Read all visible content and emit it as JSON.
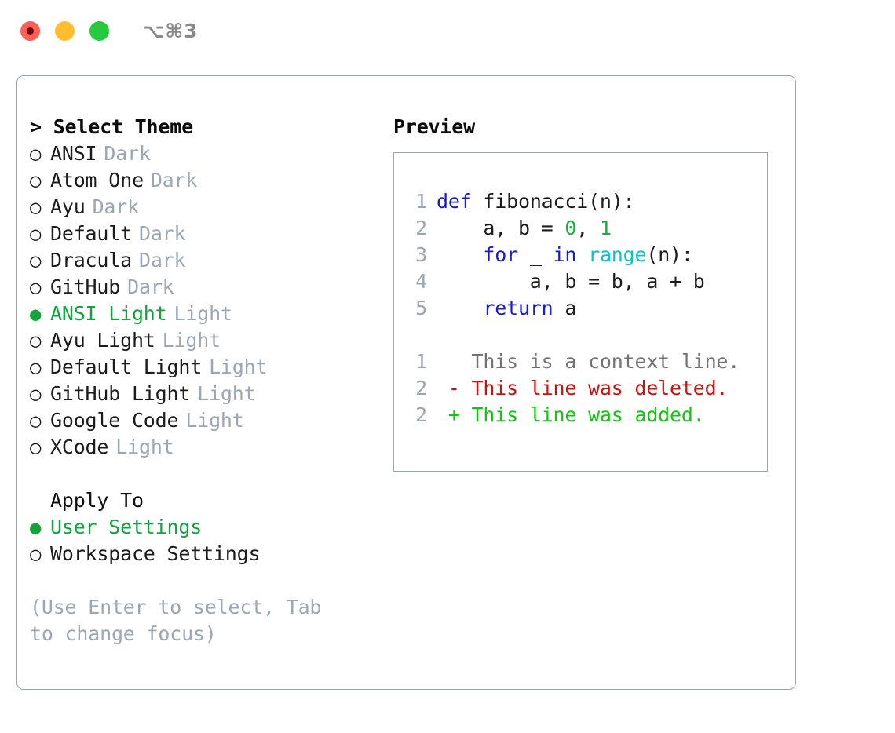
{
  "titlebar": {
    "shortcut_title": "⌥⌘3",
    "buttons": [
      {
        "name": "close",
        "color": "#fb6058"
      },
      {
        "name": "minimize",
        "color": "#ffbd2f"
      },
      {
        "name": "zoom",
        "color": "#27c93f"
      }
    ]
  },
  "theme_panel": {
    "heading": "> Select Theme",
    "selected_bullet": "●",
    "unselected_bullet": "○",
    "items": [
      {
        "bullet": "○",
        "name": "ANSI",
        "tag": "Dark",
        "selected": false
      },
      {
        "bullet": "○",
        "name": "Atom One",
        "tag": "Dark",
        "selected": false
      },
      {
        "bullet": "○",
        "name": "Ayu",
        "tag": "Dark",
        "selected": false
      },
      {
        "bullet": "○",
        "name": "Default",
        "tag": "Dark",
        "selected": false
      },
      {
        "bullet": "○",
        "name": "Dracula",
        "tag": "Dark",
        "selected": false
      },
      {
        "bullet": "○",
        "name": "GitHub",
        "tag": "Dark",
        "selected": false
      },
      {
        "bullet": "●",
        "name": "ANSI Light",
        "tag": "Light",
        "selected": true
      },
      {
        "bullet": "○",
        "name": "Ayu Light",
        "tag": "Light",
        "selected": false
      },
      {
        "bullet": "○",
        "name": "Default Light",
        "tag": "Light",
        "selected": false
      },
      {
        "bullet": "○",
        "name": "GitHub Light",
        "tag": "Light",
        "selected": false
      },
      {
        "bullet": "○",
        "name": "Google Code",
        "tag": "Light",
        "selected": false
      },
      {
        "bullet": "○",
        "name": "XCode",
        "tag": "Light",
        "selected": false
      }
    ]
  },
  "apply_to": {
    "heading": "Apply To",
    "options": [
      {
        "bullet": "●",
        "name": "User Settings",
        "selected": true
      },
      {
        "bullet": "○",
        "name": "Workspace Settings",
        "selected": false
      }
    ]
  },
  "help": {
    "text": "(Use Enter to select, Tab to change focus)"
  },
  "preview": {
    "heading": "Preview",
    "code_lines": [
      {
        "no": "1",
        "tokens": [
          {
            "t": "def",
            "c": "kw"
          },
          {
            "t": " fibonacci(n):",
            "c": "plain"
          }
        ]
      },
      {
        "no": "2",
        "tokens": [
          {
            "t": "    a, b = ",
            "c": "plain"
          },
          {
            "t": "0",
            "c": "num"
          },
          {
            "t": ", ",
            "c": "plain"
          },
          {
            "t": "1",
            "c": "num"
          }
        ]
      },
      {
        "no": "3",
        "tokens": [
          {
            "t": "    ",
            "c": "plain"
          },
          {
            "t": "for",
            "c": "kw"
          },
          {
            "t": " _ ",
            "c": "plain"
          },
          {
            "t": "in",
            "c": "kw"
          },
          {
            "t": " ",
            "c": "plain"
          },
          {
            "t": "range",
            "c": "fn"
          },
          {
            "t": "(n):",
            "c": "plain"
          }
        ]
      },
      {
        "no": "4",
        "tokens": [
          {
            "t": "        a, b = b, a + b",
            "c": "plain"
          }
        ]
      },
      {
        "no": "5",
        "tokens": [
          {
            "t": "    ",
            "c": "plain"
          },
          {
            "t": "return",
            "c": "kw"
          },
          {
            "t": " a",
            "c": "plain"
          }
        ]
      }
    ],
    "diff_lines": [
      {
        "no": "1",
        "marker": "  ",
        "text": "This is a context line.",
        "kind": "ctx"
      },
      {
        "no": "2",
        "marker": "- ",
        "text": "This line was deleted.",
        "kind": "del"
      },
      {
        "no": "2",
        "marker": "+ ",
        "text": "This line was added.",
        "kind": "add"
      }
    ]
  },
  "colors": {
    "accent_green": "#11a33c",
    "muted": "#9ca7b6",
    "border": "#98a3b3",
    "keyword_blue": "#1a1ad1",
    "function_cyan": "#00c8cd",
    "number_green": "#11b23c",
    "diff_added": "#13c413",
    "diff_deleted": "#cc1111",
    "diff_context": "#737373"
  }
}
